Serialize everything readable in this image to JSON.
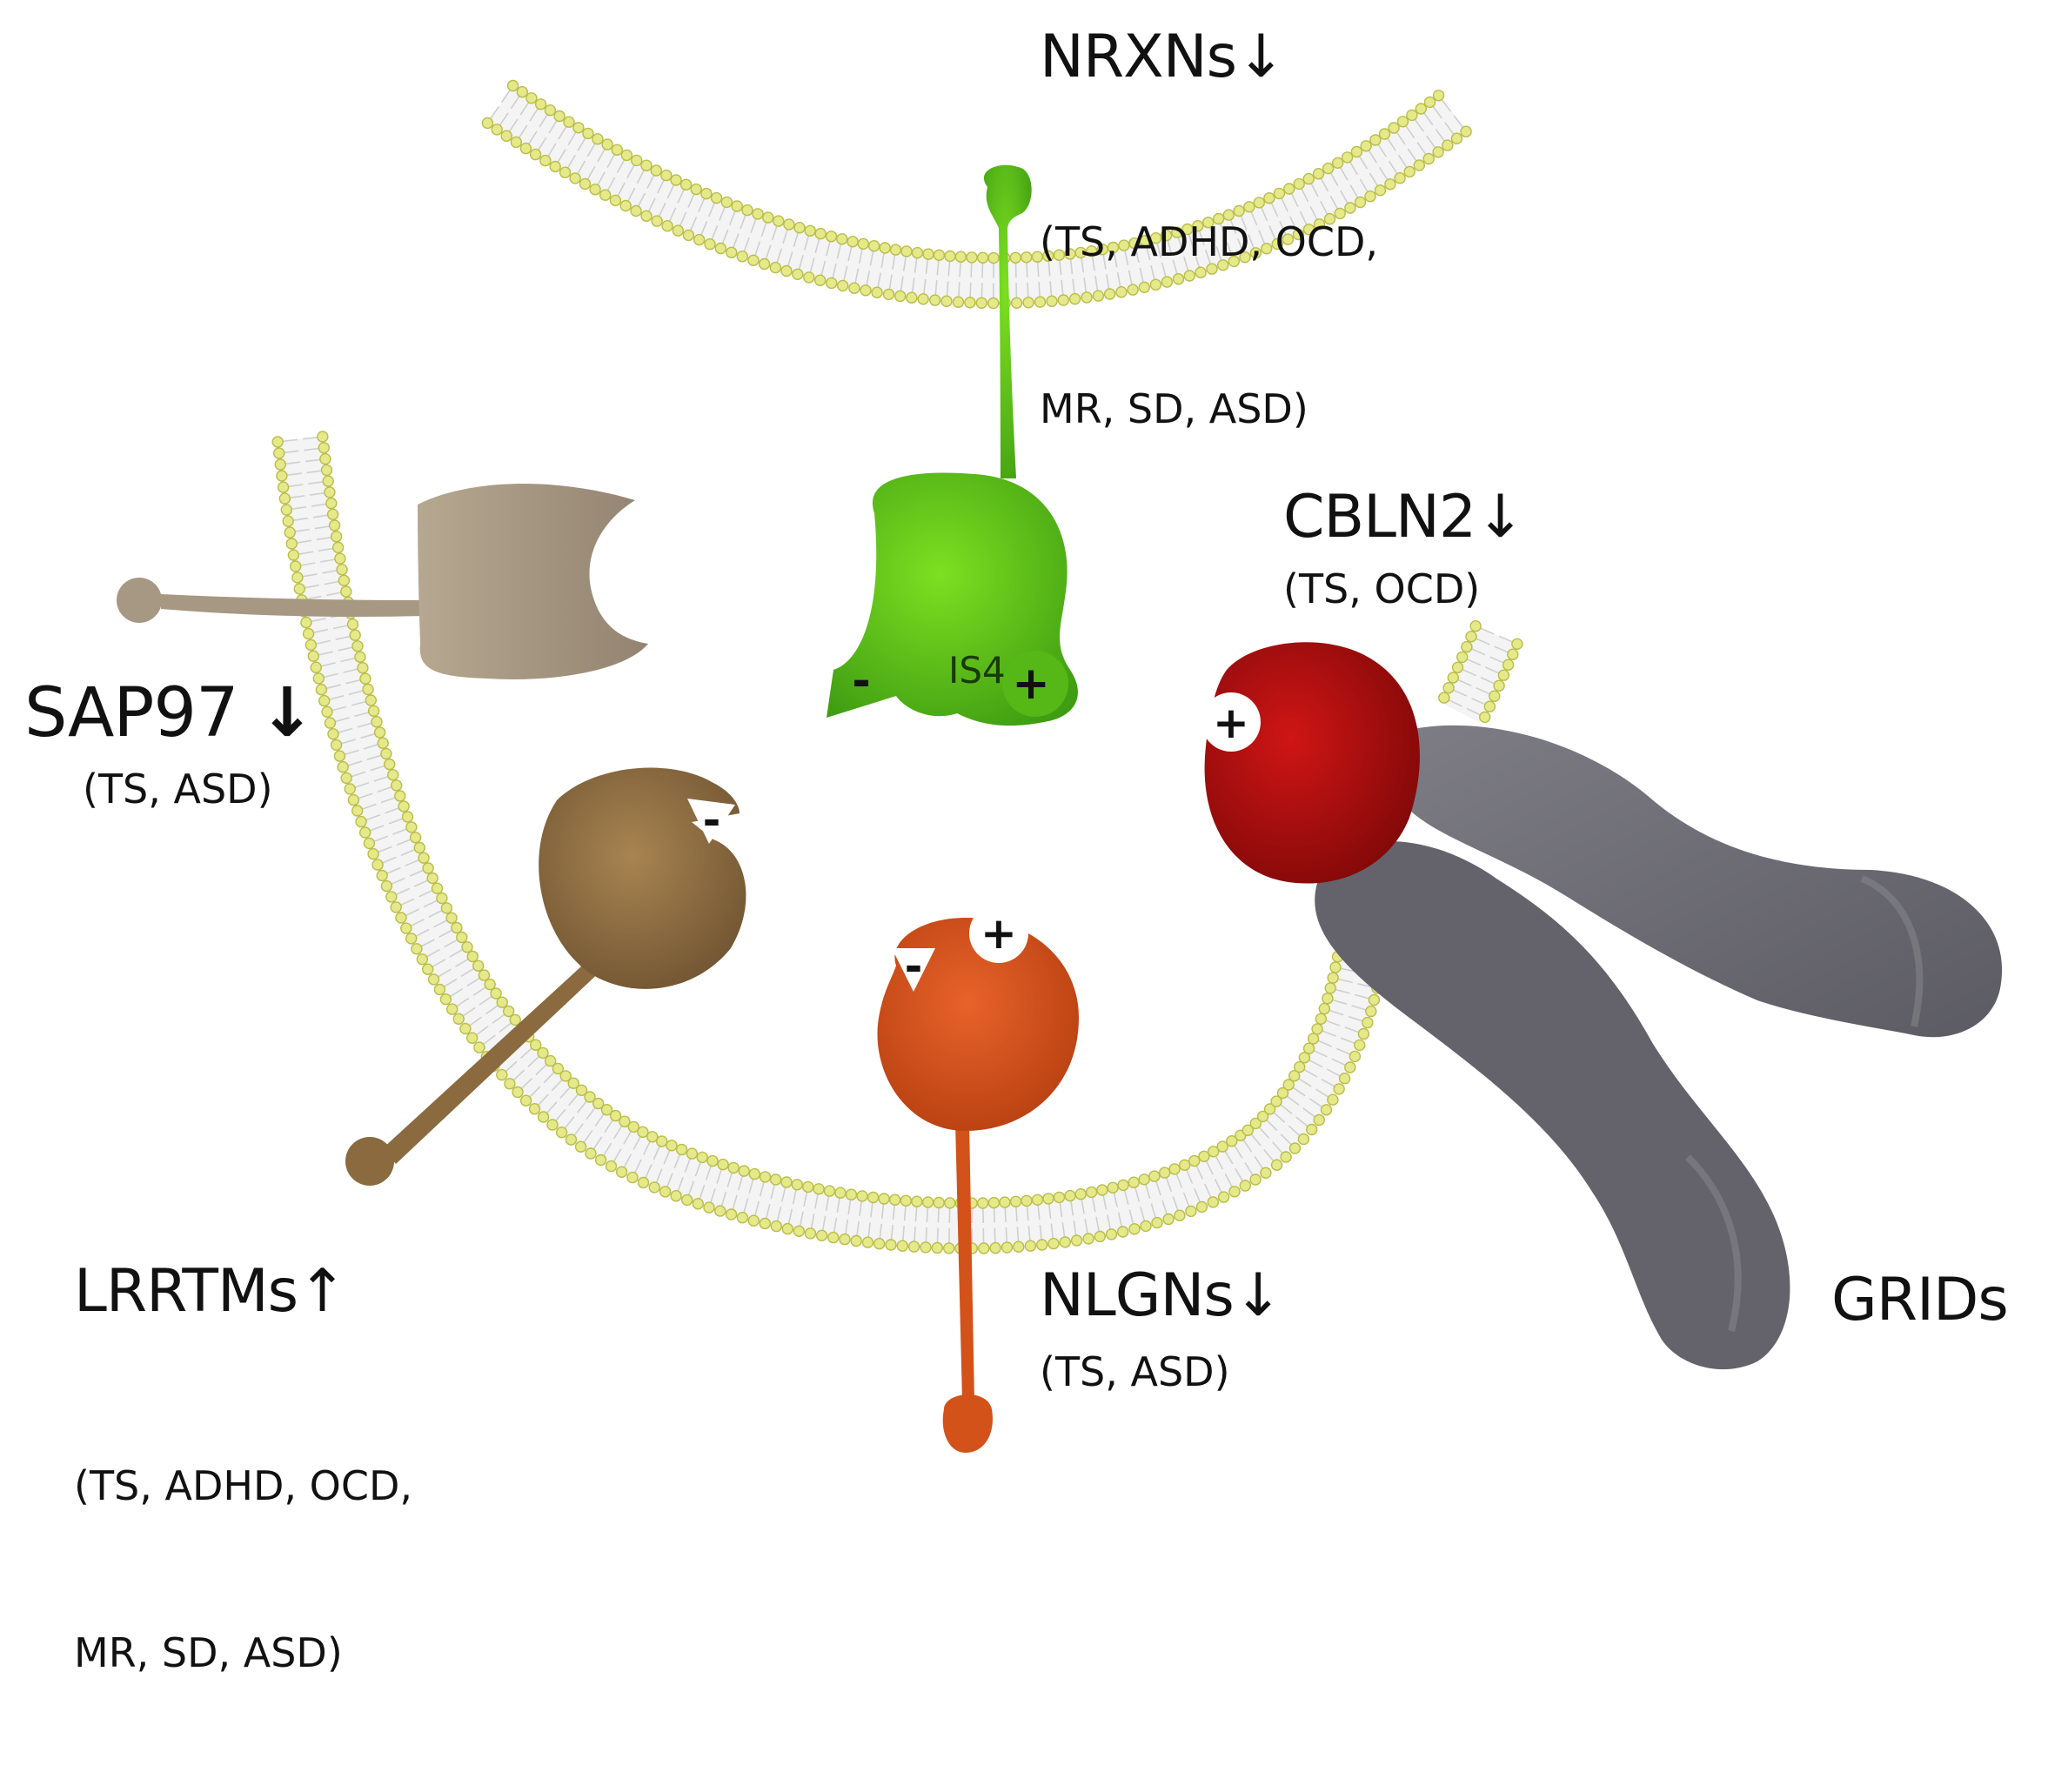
{
  "labels": {
    "nrxns": {
      "name": "NRXNs",
      "arrow": "↓",
      "disorders_line1": "(TS, ADHD, OCD,",
      "disorders_line2": "MR, SD, ASD)"
    },
    "cbln2": {
      "name": "CBLN2",
      "arrow": "↓",
      "disorders": "(TS, OCD)"
    },
    "sap97": {
      "name": "SAP97",
      "arrow": "↓",
      "disorders": "(TS, ASD)"
    },
    "lrrtms": {
      "name": "LRRTMs",
      "arrow": "↑",
      "disorders_line1": "(TS, ADHD, OCD,",
      "disorders_line2": "MR, SD, ASD)"
    },
    "nlgns": {
      "name": "NLGNs",
      "arrow": "↓",
      "disorders": "(TS, ASD)"
    },
    "grids": {
      "name": "GRIDs"
    }
  },
  "protein_marks": {
    "nrxn_insert": "IS4",
    "plus": "+",
    "minus": "-"
  },
  "colors": {
    "membrane_head": "#e6e98a",
    "membrane_head_stroke": "#b9bd4a",
    "nrxn_green": "#5cc51a",
    "cbln2_red": "#b30d0d",
    "grids_gray": "#6f6e76",
    "lrrtm_brown": "#8a6a3e",
    "sap97_tan": "#a79883",
    "nlgn_orange": "#d2521a"
  }
}
